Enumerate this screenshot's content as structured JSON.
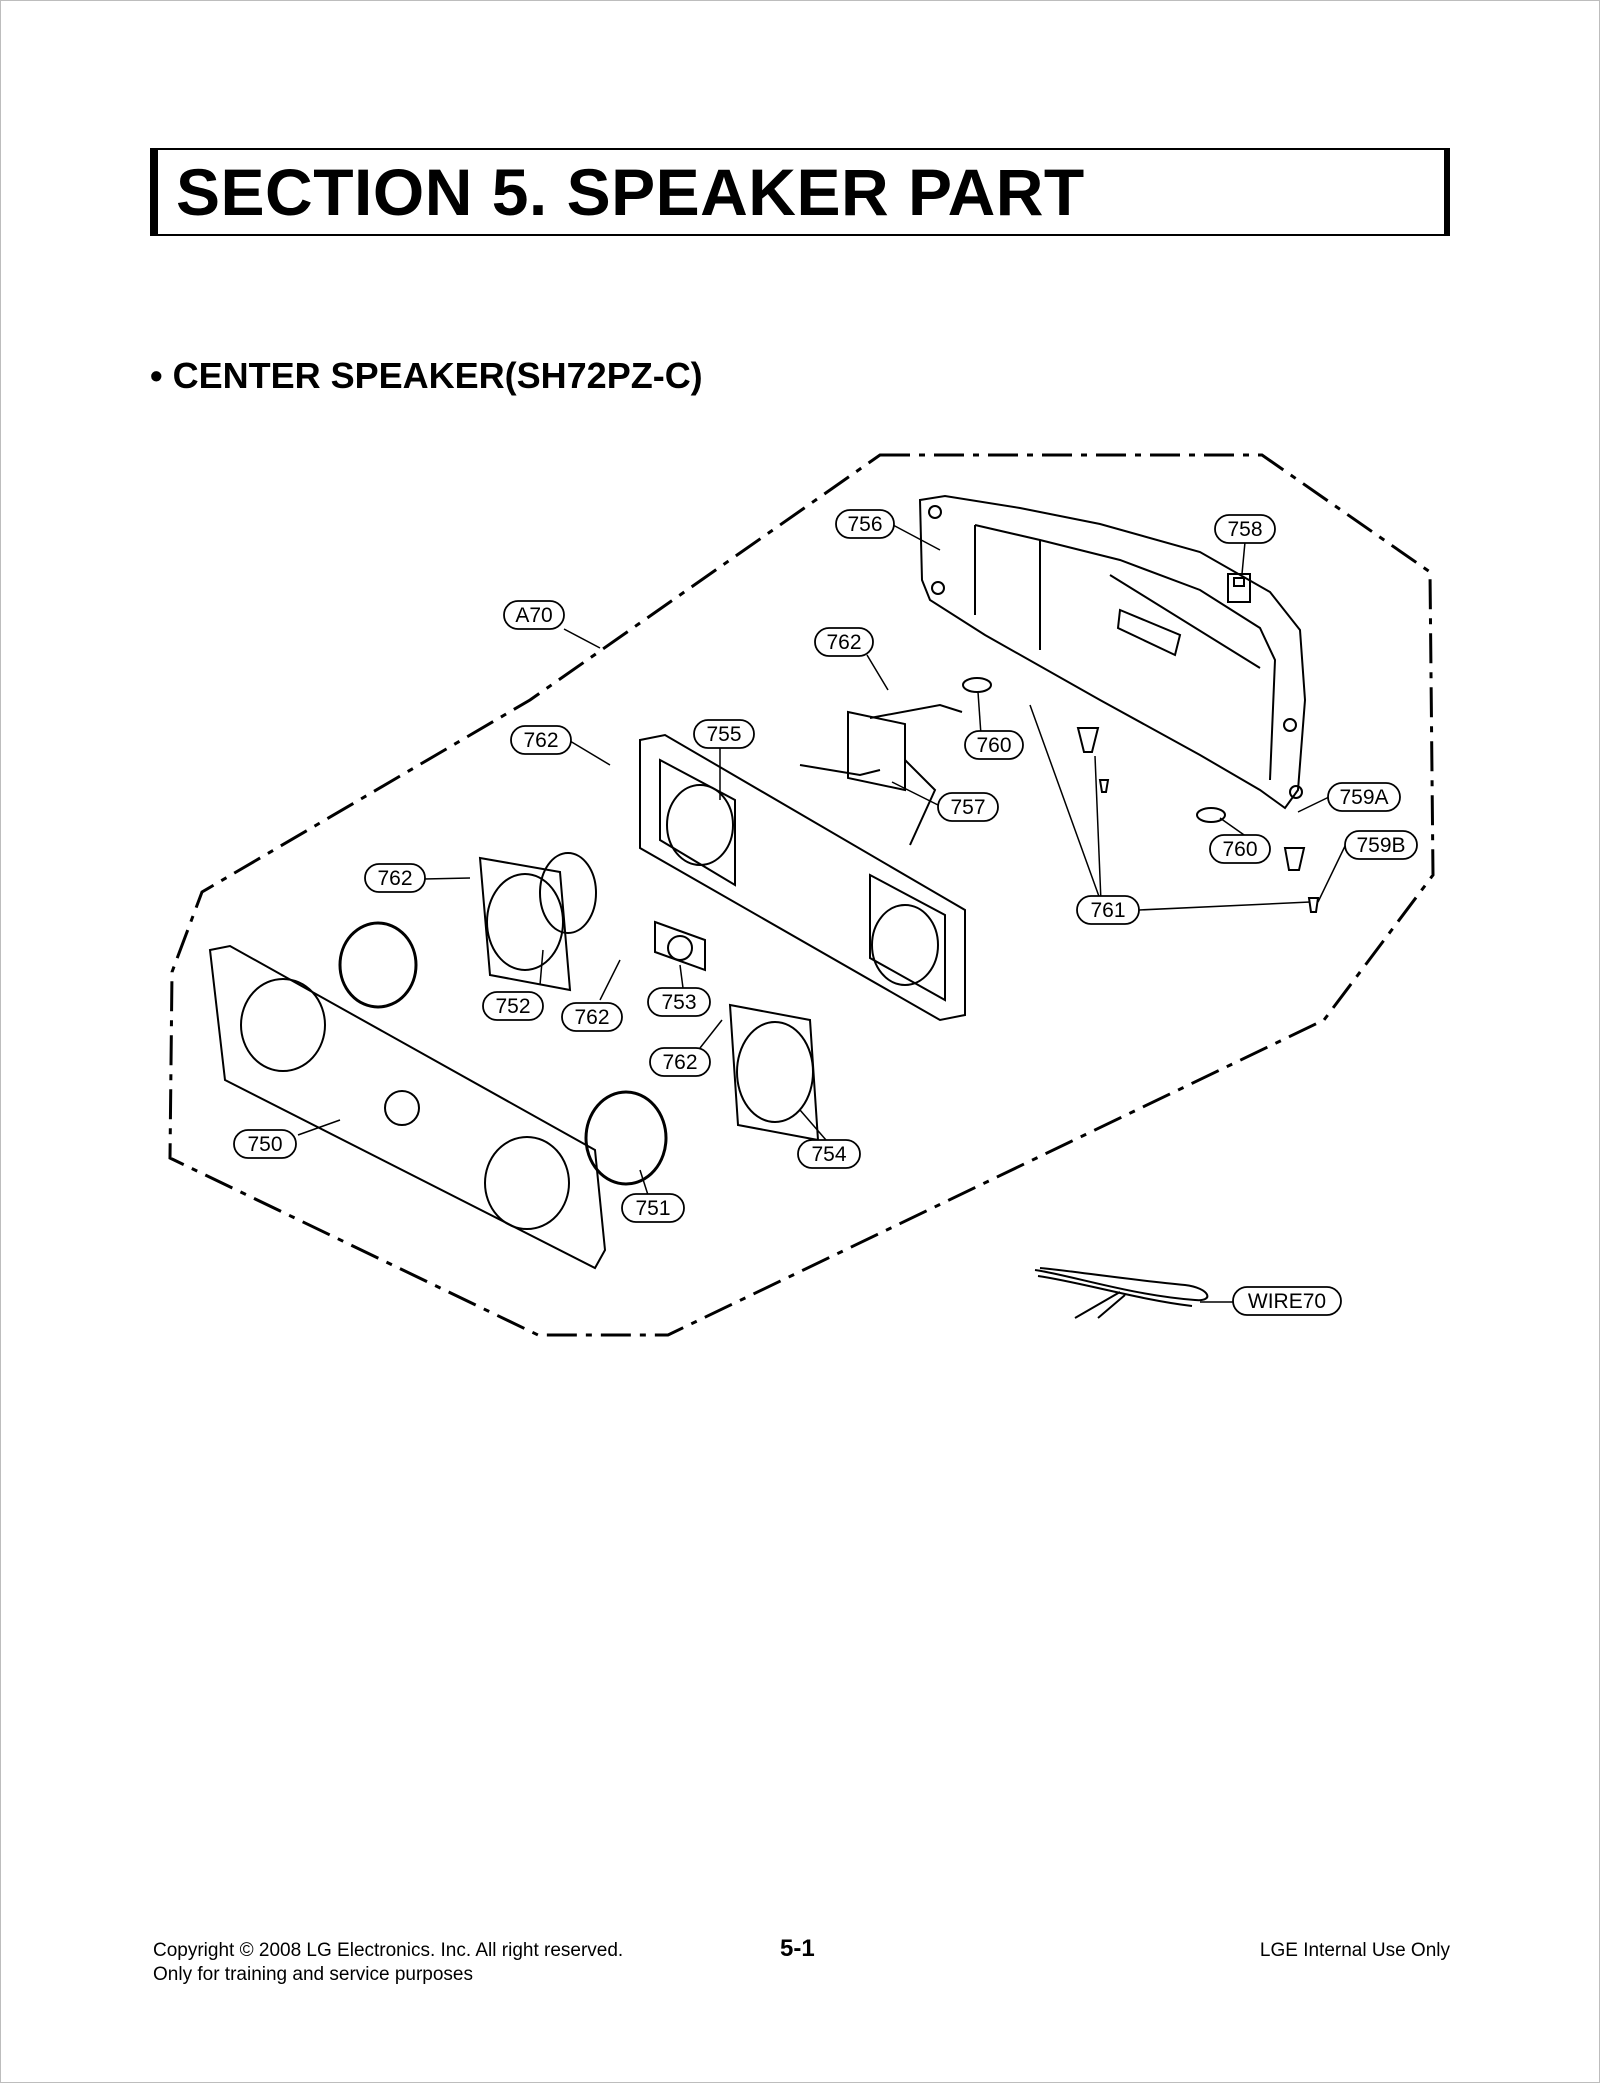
{
  "header": {
    "section_title": "SECTION 5. SPEAKER PART",
    "subtitle": "• CENTER SPEAKER(SH72PZ-C)"
  },
  "diagram": {
    "callouts": [
      "756",
      "758",
      "A70",
      "762",
      "762",
      "755",
      "760",
      "757",
      "759A",
      "760",
      "759B",
      "762",
      "761",
      "752",
      "762",
      "753",
      "762",
      "754",
      "750",
      "751",
      "WIRE70"
    ]
  },
  "footer": {
    "copyright": "Copyright © 2008 LG Electronics. Inc. All right reserved.",
    "purpose": "Only for training and service purposes",
    "page_number": "5-1",
    "internal": "LGE Internal Use Only"
  }
}
